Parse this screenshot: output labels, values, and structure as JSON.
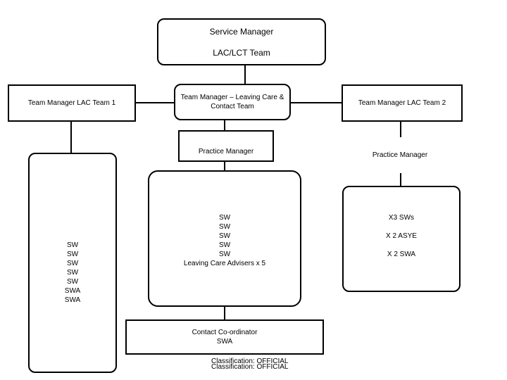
{
  "service_manager": {
    "title": "Service Manager",
    "subtitle": "LAC/LCT Team"
  },
  "lac_team_1": {
    "manager": "Team Manager LAC Team 1",
    "staff": [
      "SW",
      "SW",
      "SW",
      "SW",
      "SW",
      "SWA",
      "SWA"
    ]
  },
  "leaving_care": {
    "manager_line1": "Team Manager – Leaving Care &",
    "manager_line2": "Contact Team",
    "practice_manager": "Practice Manager",
    "staff": [
      "SW",
      "SW",
      "SW",
      "SW",
      "SW",
      "Leaving Care Advisers x 5"
    ],
    "contact_line1": "Contact Co-ordinator",
    "contact_line2": "SWA"
  },
  "lac_team_2": {
    "manager": "Team Manager LAC Team 2",
    "practice_manager": "Practice Manager",
    "staff": [
      "X3 SWs",
      "X 2 ASYE",
      "X 2 SWA"
    ]
  },
  "footer": {
    "classification_1": "Classification: OFFICIAL",
    "classification_2": "Classification: OFFICIAL"
  }
}
